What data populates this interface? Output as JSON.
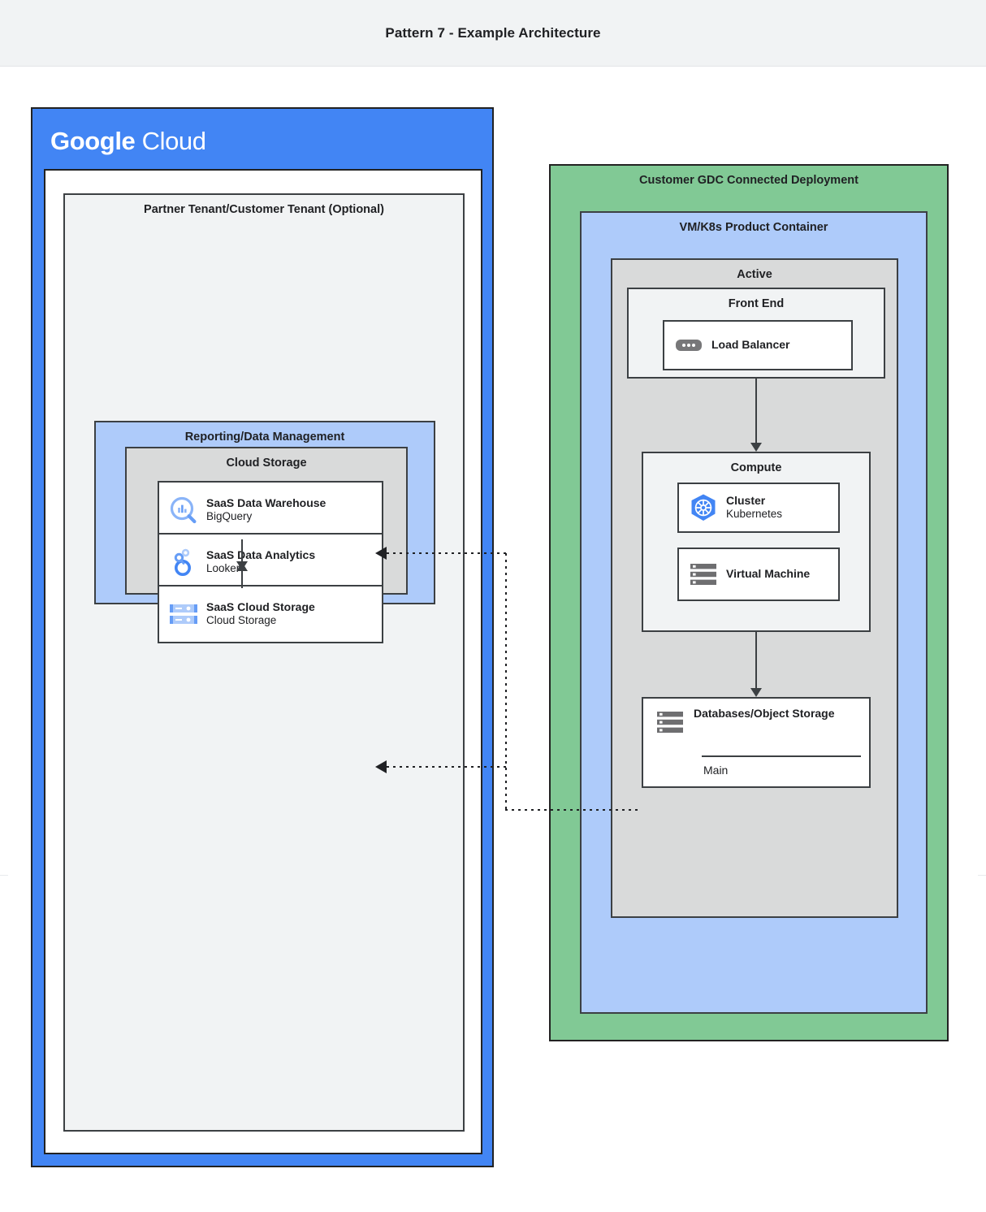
{
  "header": {
    "title": "Pattern 7 - Example Architecture"
  },
  "google_cloud": {
    "logo_bold": "Google",
    "logo_light": "Cloud",
    "partner_tenant": {
      "title": "Partner Tenant/Customer Tenant (Optional)"
    },
    "reporting": {
      "title": "Reporting/Data Management"
    },
    "cloud_storage_group": {
      "title": "Cloud Storage"
    },
    "cards": [
      {
        "title": "SaaS Data Warehouse",
        "subtitle": "BigQuery",
        "icon": "bigquery-icon"
      },
      {
        "title": "SaaS Data Analytics",
        "subtitle": "Looker",
        "icon": "looker-icon"
      },
      {
        "title": "SaaS Cloud Storage",
        "subtitle": "Cloud Storage",
        "icon": "cloud-storage-icon"
      }
    ]
  },
  "gdc": {
    "title": "Customer GDC Connected Deployment",
    "vm_k8s": {
      "title": "VM/K8s Product Container"
    },
    "active": {
      "title": "Active"
    },
    "frontend": {
      "title": "Front End",
      "card": {
        "title": "Load Balancer",
        "icon": "load-balancer-icon"
      }
    },
    "compute": {
      "title": "Compute",
      "cards": [
        {
          "title": "Cluster",
          "subtitle": "Kubernetes",
          "icon": "kubernetes-icon"
        },
        {
          "title": "Virtual Machine",
          "subtitle": "",
          "icon": "virtual-machine-icon"
        }
      ]
    },
    "database": {
      "title": "Databases/Object Storage",
      "subtitle": "Main",
      "icon": "database-storage-icon"
    }
  },
  "colors": {
    "google_blue": "#4285f4",
    "light_blue": "#aecbfa",
    "green": "#81c995",
    "gray_group": "#d9dada",
    "light_gray": "#f1f3f4",
    "border": "#3c4043"
  }
}
